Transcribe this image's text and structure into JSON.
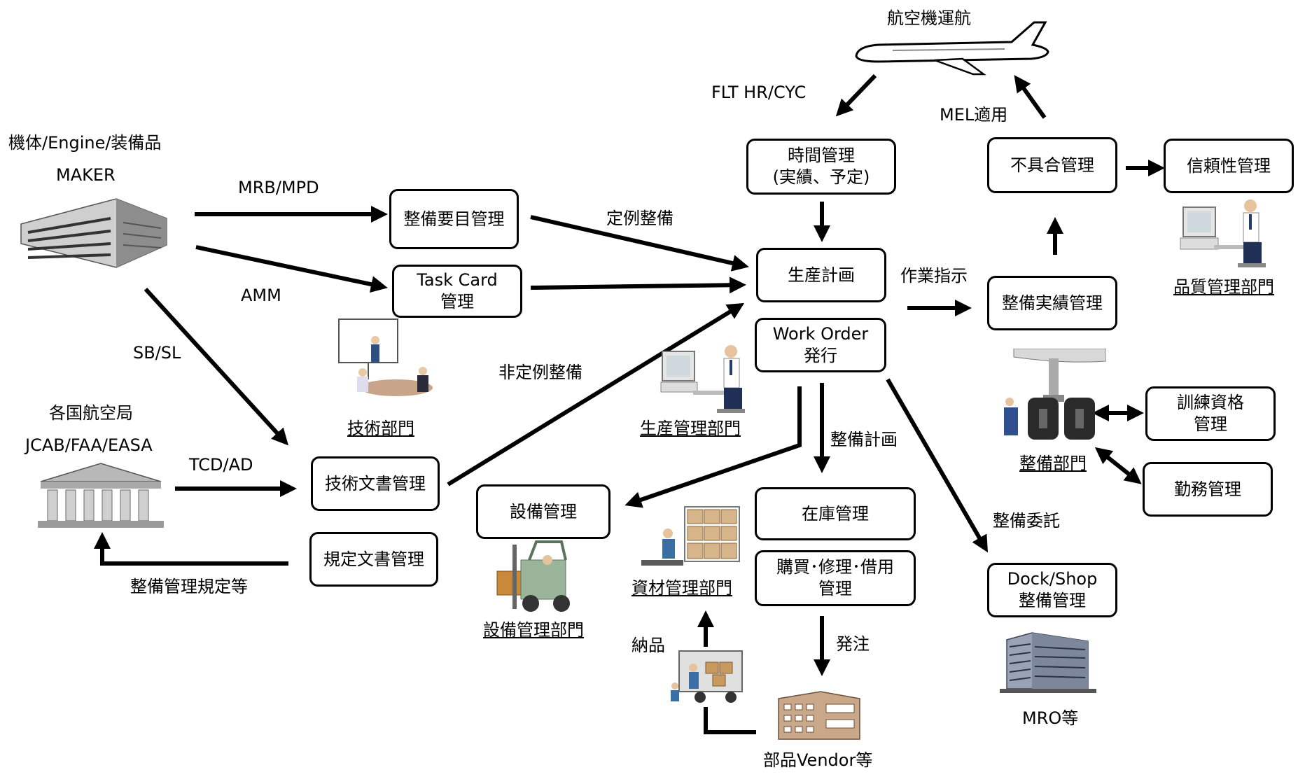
{
  "boxes": {
    "seibi_yomoku": "整備要目管理",
    "task_card_1": "Task Card",
    "task_card_2": "管理",
    "gijutsu_bunsho": "技術文書管理",
    "kitei_bunsho": "規定文書管理",
    "jikan_1": "時間管理",
    "jikan_2": "(実績、予定)",
    "seisan_keikaku": "生産計画",
    "work_order_1": "Work Order",
    "work_order_2": "発行",
    "setsubi": "設備管理",
    "zaiko": "在庫管理",
    "kobai_1": "購買･修理･借用",
    "kobai_2": "管理",
    "fuguai": "不具合管理",
    "shinraisei": "信頼性管理",
    "jisseki": "整備実績管理",
    "kunren_1": "訓練資格",
    "kunren_2": "管理",
    "kinmu": "勤務管理",
    "dock_1": "Dock/Shop",
    "dock_2": "整備管理"
  },
  "labels": {
    "kokuki_unko": "航空機運航",
    "flt": "FLT HR/CYC",
    "mel": "MEL適用",
    "maker_1": "機体/Engine/装備品",
    "maker_2": "MAKER",
    "mrb": "MRB/MPD",
    "amm": "AMM",
    "sbsl": "SB/SL",
    "teirei": "定例整備",
    "hiteirei": "非定例整備",
    "kakkoku_1": "各国航空局",
    "kakkoku_2": "JCAB/FAA/EASA",
    "tcd": "TCD/AD",
    "seibi_kitei": "整備管理規定等",
    "sagyo_shiji": "作業指示",
    "seibi_keikaku": "整備計画",
    "seibi_itaku": "整備委託",
    "nohin": "納品",
    "hatchu": "発注",
    "vendor": "部品Vendor等",
    "mro": "MRO等"
  },
  "departments": {
    "gijutsu": "技術部門",
    "seisan": "生産管理部門",
    "hinshitsu": "品質管理部門",
    "seibi": "整備部門",
    "setsubi": "設備管理部門",
    "shizai": "資材管理部門"
  },
  "icons": [
    "airplane-icon",
    "maker-building-icon",
    "government-building-icon",
    "meeting-icon",
    "computer-worker-icon",
    "landing-gear-icon",
    "forklift-icon",
    "warehouse-icon",
    "truck-icon",
    "vendor-building-icon",
    "mro-building-icon"
  ],
  "colors": {
    "line": "#000000",
    "box_fill": "#ffffff",
    "icon_gray": "#9a9a9a"
  }
}
